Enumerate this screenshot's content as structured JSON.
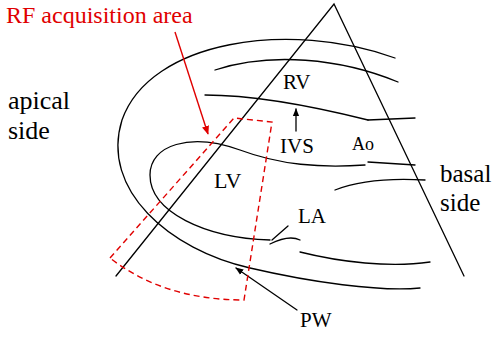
{
  "diagram": {
    "labels": [
      "RF acquisition area",
      "apical side",
      "basal side",
      "RV",
      "IVS",
      "Ao",
      "LV",
      "LA",
      "PW"
    ]
  }
}
